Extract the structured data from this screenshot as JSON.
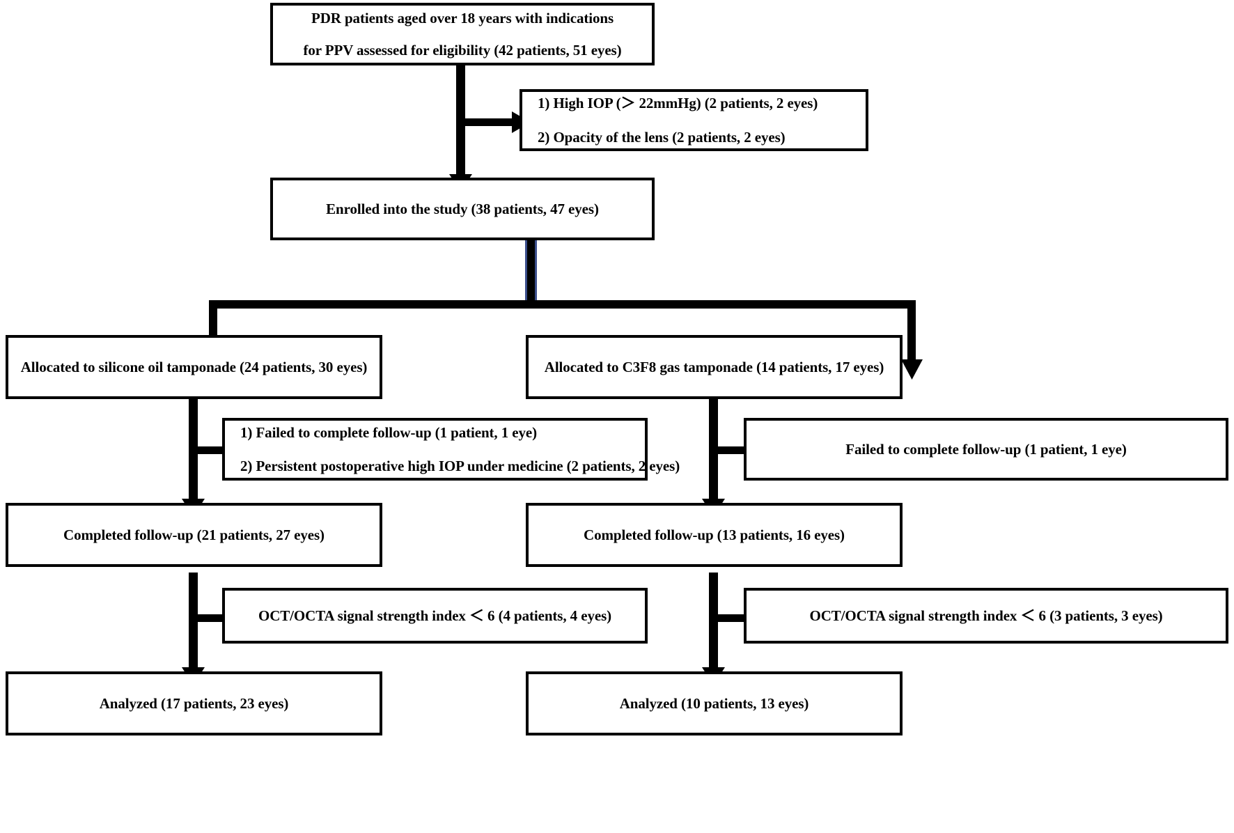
{
  "diagram": {
    "title": "PDR PPV study CONSORT flow diagram",
    "style": {
      "box_border_color": "#000000",
      "box_fill_color": "#ffffff",
      "connector_color": "#000000",
      "connector_accent_color": "#3c4f8c",
      "text_color": "#000000"
    },
    "nodes": [
      {
        "id": "eligibility",
        "name": "eligibility-box",
        "lines": [
          "PDR patients aged over 18 years with indications",
          "for PPV assessed for eligibility (42 patients, 51 eyes)"
        ]
      },
      {
        "id": "excluded-top",
        "name": "excluded-box",
        "lines": [
          "1) High IOP (＞ 22mmHg) (2 patients, 2 eyes)",
          "2) Opacity of the lens (2 patients, 2 eyes)"
        ]
      },
      {
        "id": "enrolled",
        "name": "enrolled-box",
        "lines": [
          "Enrolled into the study (38 patients, 47 eyes)"
        ]
      },
      {
        "id": "alloc-oil",
        "name": "allocated-silicone-oil-box",
        "lines": [
          "Allocated to silicone oil tamponade (24 patients, 30 eyes)"
        ]
      },
      {
        "id": "alloc-gas",
        "name": "allocated-c3f8-gas-box",
        "lines": [
          "Allocated to C3F8 gas tamponade (14 patients, 17 eyes)"
        ]
      },
      {
        "id": "lost-oil",
        "name": "lost-followup-silicone-oil-box",
        "lines": [
          "1) Failed to complete follow-up (1 patient, 1 eye)",
          "2) Persistent postoperative high IOP under medicine (2 patients, 2 eyes)"
        ]
      },
      {
        "id": "lost-gas",
        "name": "lost-followup-c3f8-gas-box",
        "lines": [
          "Failed to complete follow-up (1 patient, 1 eye)"
        ]
      },
      {
        "id": "completed-oil",
        "name": "completed-followup-silicone-oil-box",
        "lines": [
          "Completed follow-up (21 patients, 27 eyes)"
        ]
      },
      {
        "id": "completed-gas",
        "name": "completed-followup-c3f8-gas-box",
        "lines": [
          "Completed follow-up (13 patients, 16 eyes)"
        ]
      },
      {
        "id": "excluded-ssi-oil",
        "name": "excluded-signal-strength-silicone-oil-box",
        "lines": [
          "OCT/OCTA signal strength index ＜ 6 (4 patients, 4 eyes)"
        ]
      },
      {
        "id": "excluded-ssi-gas",
        "name": "excluded-signal-strength-c3f8-gas-box",
        "lines": [
          "OCT/OCTA signal strength index ＜ 6 (3 patients, 3 eyes)"
        ]
      },
      {
        "id": "analyzed-oil",
        "name": "analyzed-silicone-oil-box",
        "lines": [
          "Analyzed (17 patients, 23 eyes)"
        ]
      },
      {
        "id": "analyzed-gas",
        "name": "analyzed-c3f8-gas-box",
        "lines": [
          "Analyzed (10 patients, 13 eyes)"
        ]
      }
    ]
  }
}
